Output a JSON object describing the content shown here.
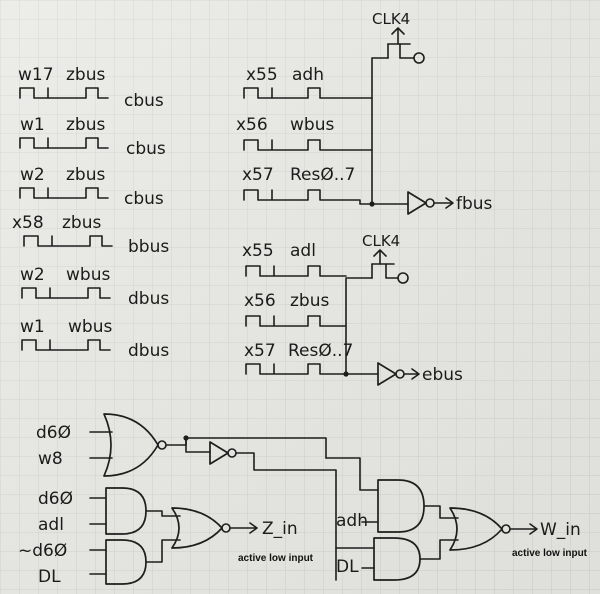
{
  "switch_rows_left": [
    {
      "ctrl": "w17",
      "src": "zbus",
      "dst": "cbus"
    },
    {
      "ctrl": "w1",
      "src": "zbus",
      "dst": "cbus"
    },
    {
      "ctrl": "w2",
      "src": "zbus",
      "dst": "cbus"
    },
    {
      "ctrl": "x58",
      "src": "zbus",
      "dst": "bbus"
    },
    {
      "ctrl": "w2",
      "src": "wbus",
      "dst": "dbus"
    },
    {
      "ctrl": "w1",
      "src": "wbus",
      "dst": "dbus"
    }
  ],
  "switch_rows_right_top": [
    {
      "ctrl": "x55",
      "src": "adh"
    },
    {
      "ctrl": "x56",
      "src": "wbus"
    },
    {
      "ctrl": "x57",
      "src": "ResØ..7"
    }
  ],
  "switch_rows_right_bottom": [
    {
      "ctrl": "x55",
      "src": "adl"
    },
    {
      "ctrl": "x56",
      "src": "zbus"
    },
    {
      "ctrl": "x57",
      "src": "ResØ..7"
    }
  ],
  "clock_top": "CLK4",
  "clock_bottom": "CLK4",
  "out_top": "fbus",
  "out_bottom": "ebus",
  "logic": {
    "nor_in_a": "d6Ø",
    "nor_in_b": "w8",
    "and1_in_a": "d6Ø",
    "and1_in_b": "adl",
    "and2_in_a": "~d6Ø",
    "and2_in_b": "DL",
    "z_out": "Z_in",
    "z_note": "active low input",
    "and3_in": "adh",
    "and4_in": "DL",
    "w_out": "W_in",
    "w_note": "active low input"
  }
}
